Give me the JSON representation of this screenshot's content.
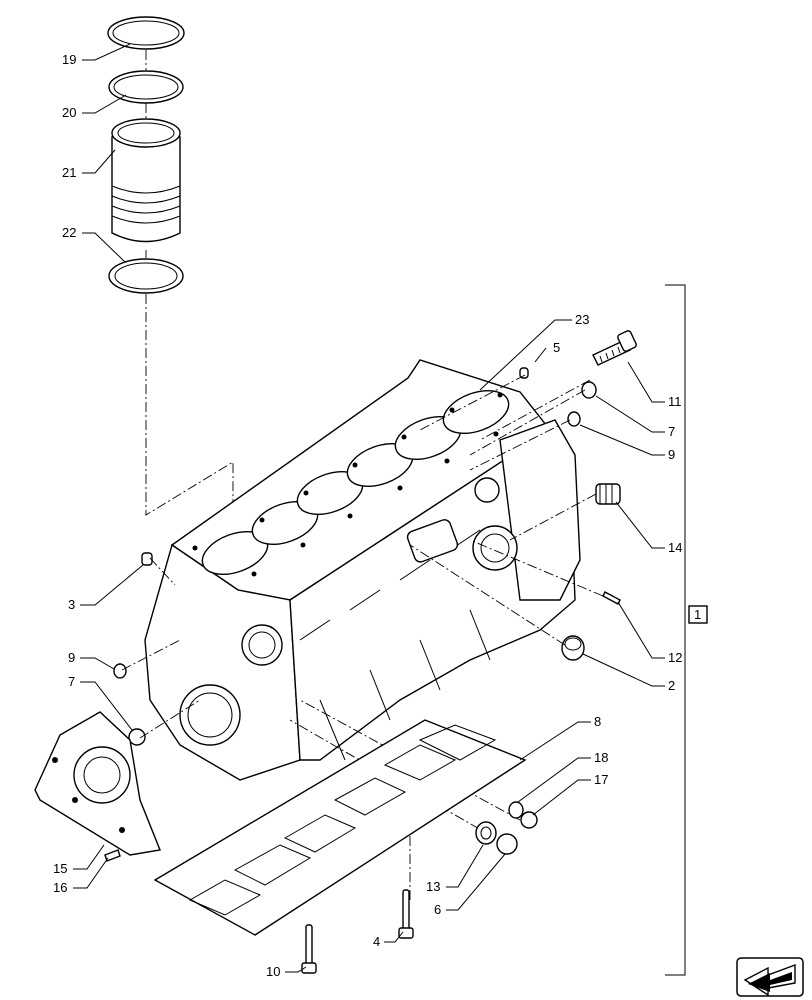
{
  "callouts": {
    "c1": "1",
    "c2": "2",
    "c3": "3",
    "c4": "4",
    "c5": "5",
    "c6": "6",
    "c7a": "7",
    "c7b": "7",
    "c8": "8",
    "c9a": "9",
    "c9b": "9",
    "c10": "10",
    "c11": "11",
    "c12": "12",
    "c13": "13",
    "c14": "14",
    "c15": "15",
    "c16": "16",
    "c17": "17",
    "c18": "18",
    "c19": "19",
    "c20": "20",
    "c21": "21",
    "c22": "22",
    "c23": "23"
  },
  "icons": {
    "nav": "next-page-arrow-icon"
  },
  "colors": {
    "line": "#000000",
    "background": "#ffffff"
  }
}
